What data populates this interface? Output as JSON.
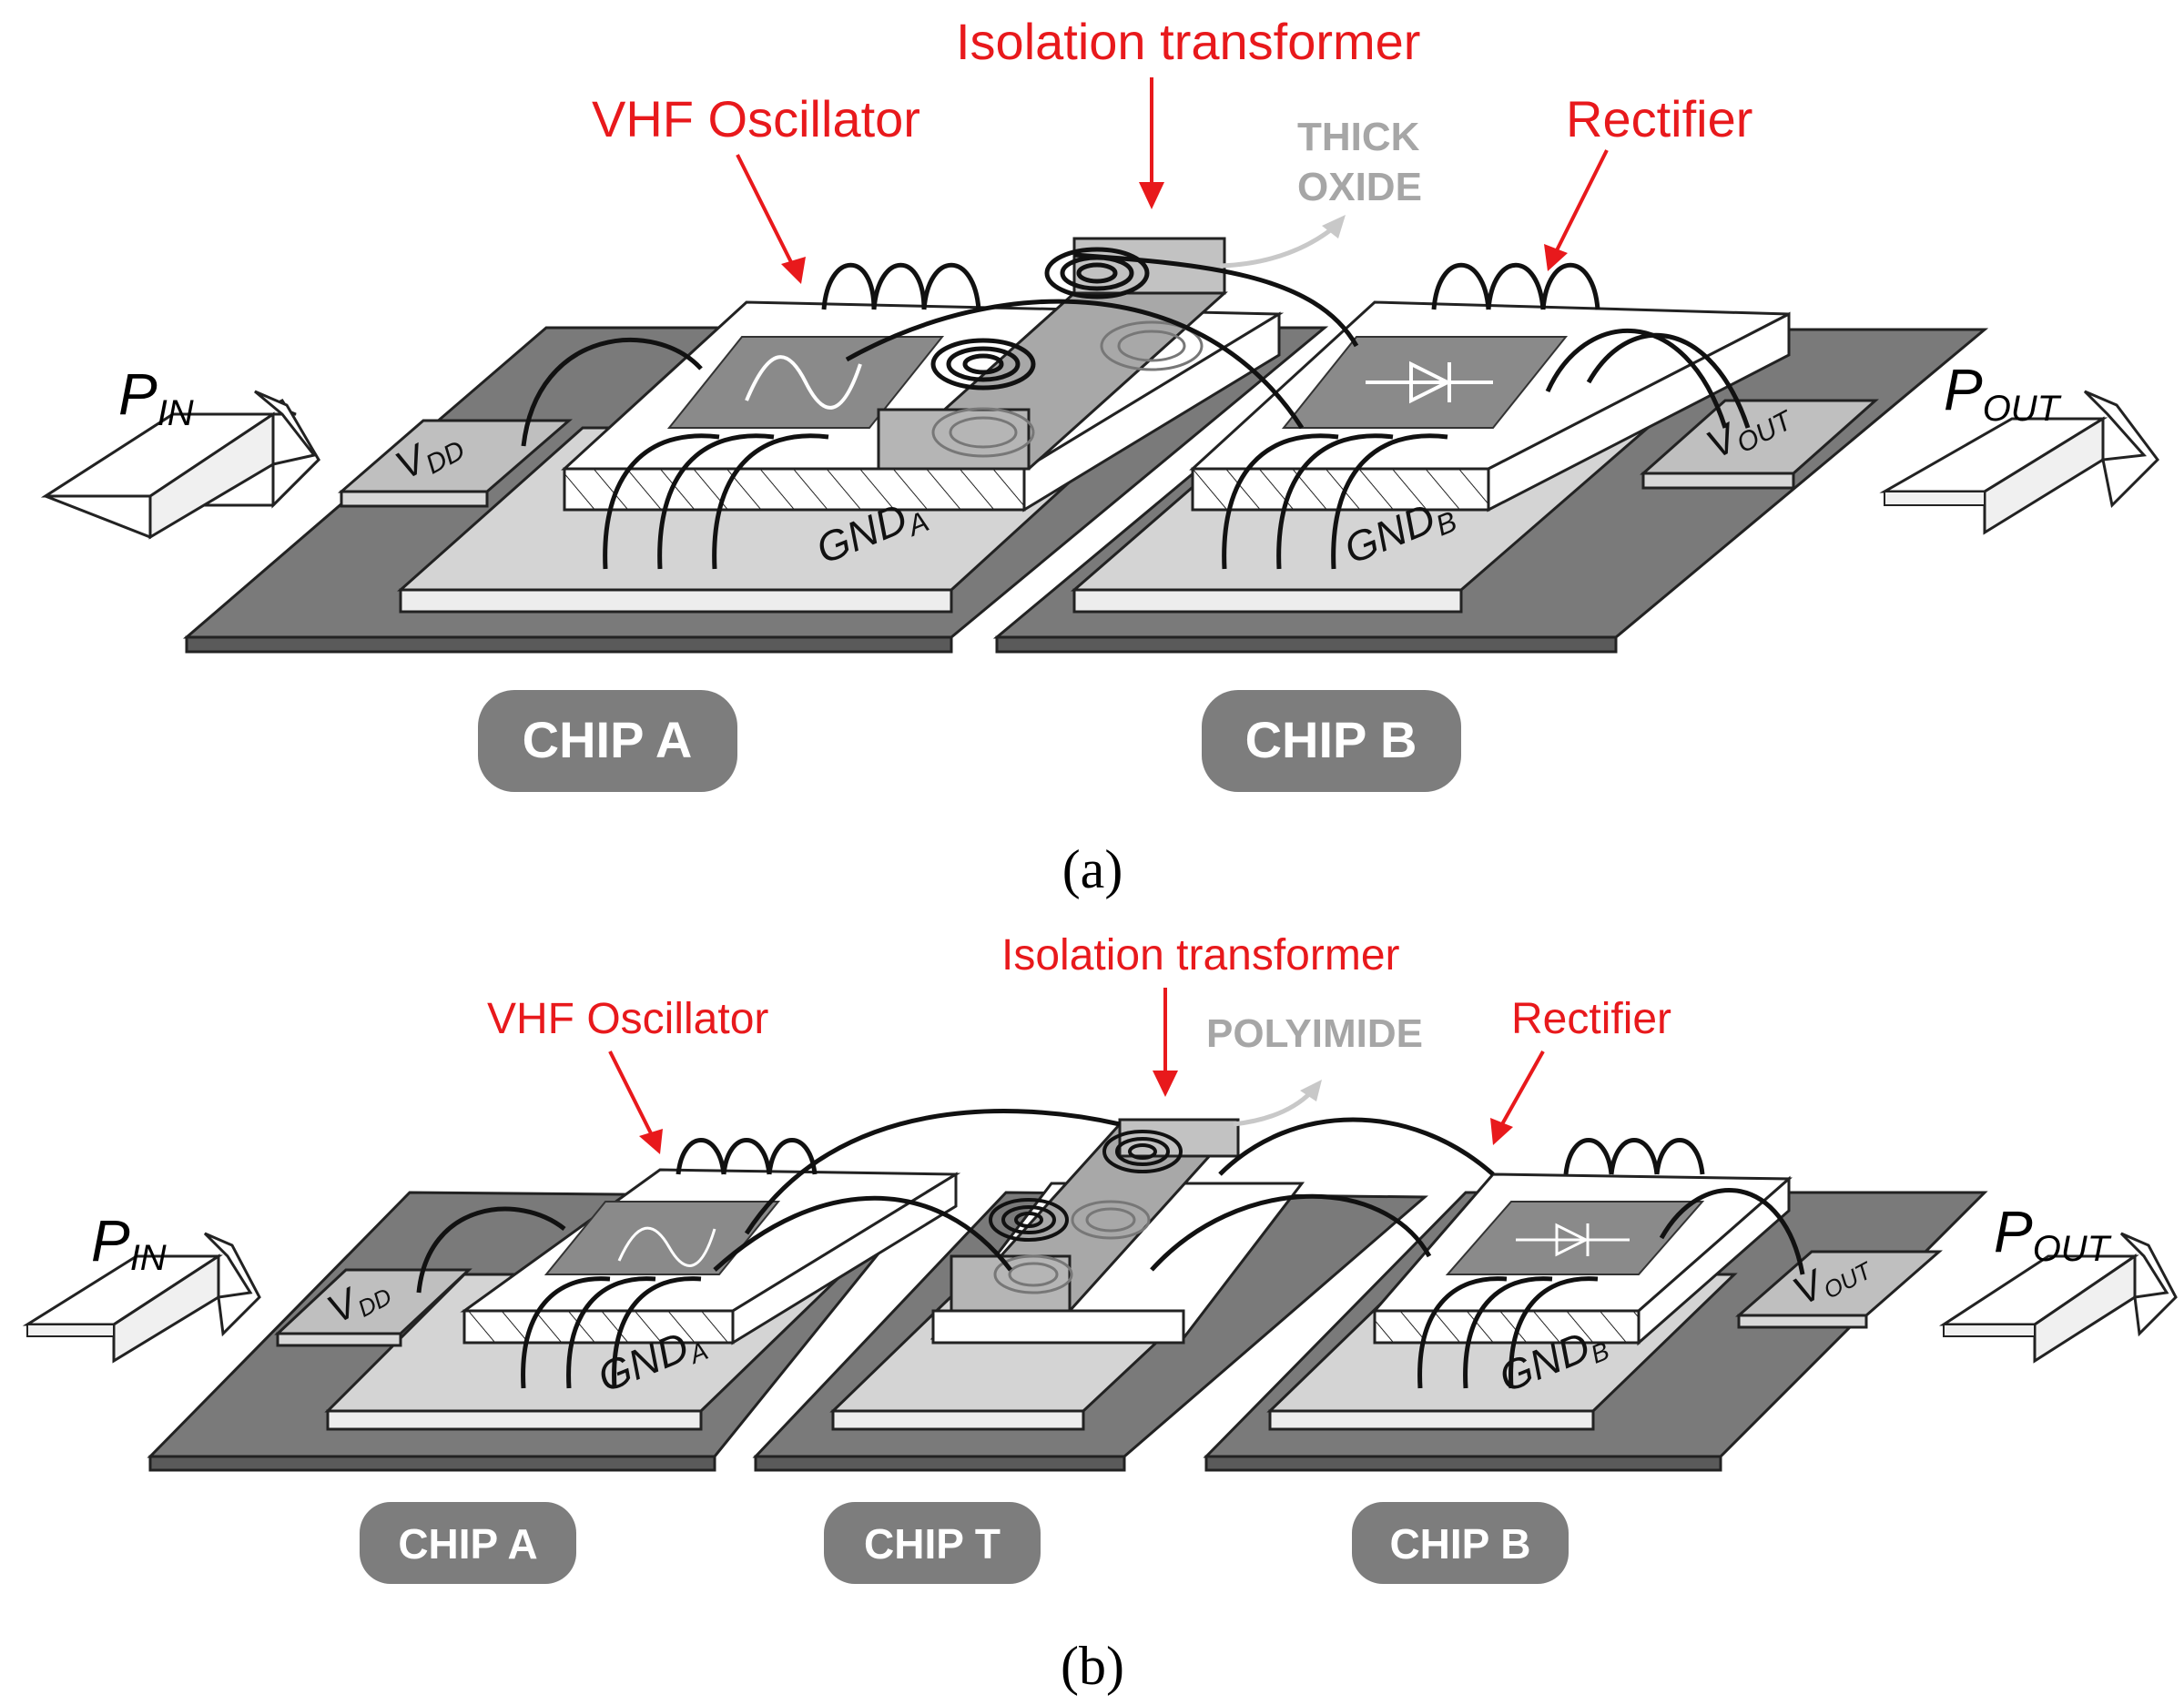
{
  "panel_a": {
    "labels": {
      "oscillator": "VHF Oscillator",
      "transformer": "Isolation transformer",
      "rectifier": "Rectifier",
      "oxide_line1": "THICK",
      "oxide_line2": "OXIDE"
    },
    "pads": {
      "vdd": "V",
      "vdd_sub": "DD",
      "vout": "V",
      "vout_sub": "OUT"
    },
    "grounds": {
      "a": "GND",
      "a_sub": "A",
      "b": "GND",
      "b_sub": "B"
    },
    "ports": {
      "in": "P",
      "in_sub": "IN",
      "out": "P",
      "out_sub": "OUT"
    },
    "chips": [
      "CHIP A",
      "CHIP B"
    ],
    "caption": "(a)"
  },
  "panel_b": {
    "labels": {
      "oscillator": "VHF Oscillator",
      "transformer": "Isolation transformer",
      "rectifier": "Rectifier",
      "insulator": "POLYIMIDE"
    },
    "pads": {
      "vdd": "V",
      "vdd_sub": "DD",
      "vout": "V",
      "vout_sub": "OUT"
    },
    "grounds": {
      "a": "GND",
      "a_sub": "A",
      "b": "GND",
      "b_sub": "B"
    },
    "ports": {
      "in": "P",
      "in_sub": "IN",
      "out": "P",
      "out_sub": "OUT"
    },
    "chips": [
      "CHIP A",
      "CHIP T",
      "CHIP B"
    ],
    "caption": "(b)"
  },
  "colors": {
    "label_red": "#e8191c",
    "label_gray": "#a6a6a6",
    "pcb_dark": "#7a7a7a",
    "die_light": "#d4d4d4",
    "chip_badge": "#7d7d7d"
  }
}
